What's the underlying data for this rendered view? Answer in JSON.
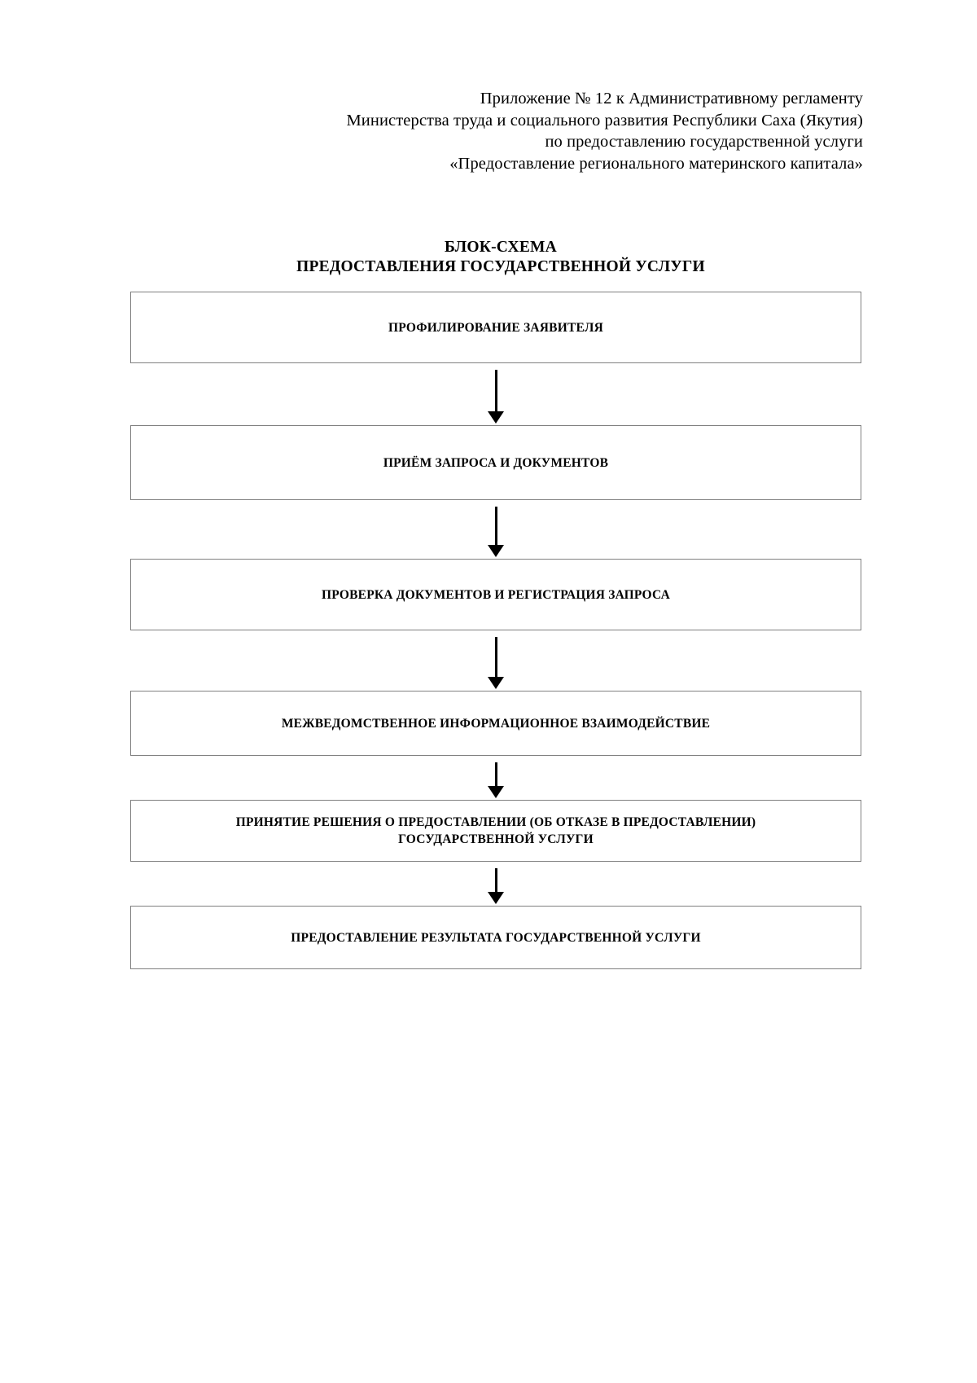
{
  "header": {
    "lines": [
      "Приложение № 12 к Административному регламенту",
      "Министерства труда и социального развития Республики Саха (Якутия)",
      "по предоставлению государственной услуги",
      "«Предоставление регионального материнского капитала»"
    ]
  },
  "title": {
    "line1": "БЛОК-СХЕМА",
    "line2": "ПРЕДОСТАВЛЕНИЯ ГОСУДАРСТВЕННОЙ УСЛУГИ"
  },
  "flowchart": {
    "type": "flowchart",
    "orientation": "vertical",
    "connector": "down-arrow",
    "node_count": 6,
    "nodes": [
      {
        "id": "node-1",
        "label": "ПРОФИЛИРОВАНИЕ ЗАЯВИТЕЛЯ"
      },
      {
        "id": "node-2",
        "label": "ПРИЁМ ЗАПРОСА И ДОКУМЕНТОВ"
      },
      {
        "id": "node-3",
        "label": "ПРОВЕРКА ДОКУМЕНТОВ И РЕГИСТРАЦИЯ ЗАПРОСА"
      },
      {
        "id": "node-4",
        "label": "МЕЖВЕДОМСТВЕННОЕ ИНФОРМАЦИОННОЕ ВЗАИМОДЕЙСТВИЕ"
      },
      {
        "id": "node-5",
        "label": "ПРИНЯТИЕ РЕШЕНИЯ О ПРЕДОСТАВЛЕНИИ (ОБ ОТКАЗЕ В ПРЕДОСТАВЛЕНИИ)\nГОСУДАРСТВЕННОЙ УСЛУГИ"
      },
      {
        "id": "node-6",
        "label": "ПРЕДОСТАВЛЕНИЕ РЕЗУЛЬТАТА ГОСУДАРСТВЕННОЙ УСЛУГИ"
      }
    ],
    "edges": [
      {
        "from": "node-1",
        "to": "node-2"
      },
      {
        "from": "node-2",
        "to": "node-3"
      },
      {
        "from": "node-3",
        "to": "node-4"
      },
      {
        "from": "node-4",
        "to": "node-5"
      },
      {
        "from": "node-5",
        "to": "node-6"
      }
    ]
  },
  "colors": {
    "page_background": "#ffffff",
    "text": "#000000",
    "box_border": "#808080",
    "arrow": "#000000"
  }
}
